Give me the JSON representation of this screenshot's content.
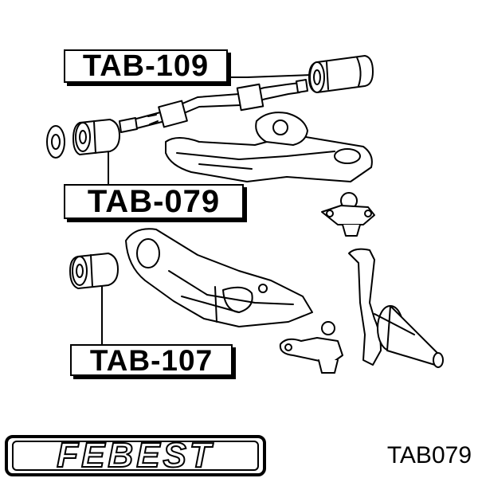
{
  "callouts": [
    {
      "label": "TAB-109"
    },
    {
      "label": "TAB-079"
    },
    {
      "label": "TAB-107"
    }
  ],
  "brand": {
    "name": "FEBEST"
  },
  "part_number": "TAB079"
}
